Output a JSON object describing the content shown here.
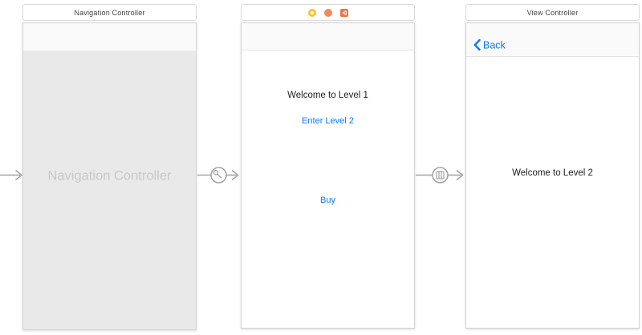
{
  "canvas": {
    "background": "#ffffff"
  },
  "colors": {
    "scene_border": "#d3d3d3",
    "navbar_bg": "#fafafa",
    "navbar_border": "#e4e4e4",
    "gray_content": "#e9e9e9",
    "placeholder_text": "#c9c9c9",
    "label_text": "#1d1d1f",
    "link_blue": "#0a7aff",
    "connector_gray": "#a2a2a2",
    "dock_icon_yellow": "#fcc426",
    "dock_icon_orange": "#f28a5c",
    "dock_icon_exit_orange": "#f0724a"
  },
  "nav_scene": {
    "header_label": "Navigation Controller",
    "placeholder_label": "Navigation Controller"
  },
  "level1_scene": {
    "dock_icons": [
      "view-controller-icon",
      "first-responder-icon",
      "exit-icon"
    ],
    "welcome_label": "Welcome to Level 1",
    "enter_button_label": "Enter Level 2",
    "buy_button_label": "Buy"
  },
  "level2_scene": {
    "header_label": "View Controller",
    "back_button_label": "Back",
    "welcome_label": "Welcome to Level 2"
  },
  "connections": {
    "entry_point": "storyboard-entry-point-arrow",
    "relationship_segue": "root-view-controller-relationship",
    "show_segue": "show-segue"
  }
}
